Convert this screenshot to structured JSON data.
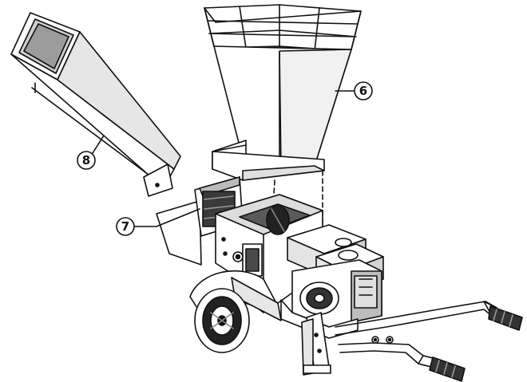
{
  "callouts": [
    {
      "id": "6",
      "label": "6"
    },
    {
      "id": "7",
      "label": "7"
    },
    {
      "id": "8",
      "label": "8"
    }
  ],
  "colors": {
    "ink": "#111111",
    "paper": "#ffffff",
    "shade": "#bfbfbf",
    "dark": "#2a2a2a"
  }
}
